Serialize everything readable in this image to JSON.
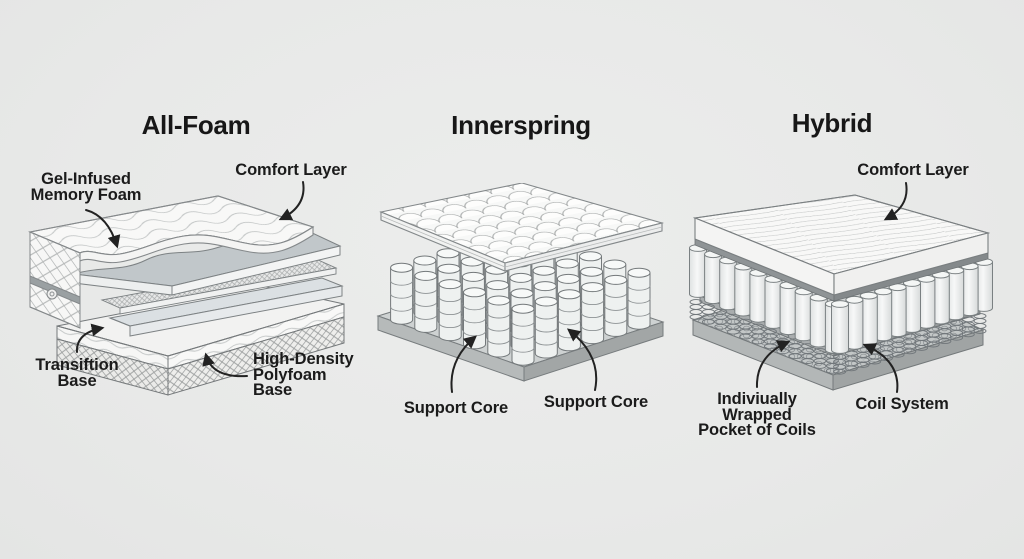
{
  "colors": {
    "background": "#e9eae9",
    "ink": "#1b1b1b",
    "line_art": "#7a7f81"
  },
  "sections": [
    {
      "title": "All-Foam",
      "labels": [
        {
          "name": "gel-infused-memory-foam",
          "lines": [
            "Gel-Infused",
            "Memory Foam"
          ]
        },
        {
          "name": "comfort-layer",
          "lines": [
            "Comfort Layer"
          ]
        },
        {
          "name": "transition-base",
          "lines": [
            "Transiftion",
            "Base"
          ]
        },
        {
          "name": "high-density-polyfoam-base",
          "lines": [
            "High-Density",
            "Polyfoam",
            "Base"
          ]
        }
      ]
    },
    {
      "title": "Innerspring",
      "labels": [
        {
          "name": "support-core-left",
          "lines": [
            "Support Core"
          ]
        },
        {
          "name": "support-core-right",
          "lines": [
            "Support Core"
          ]
        }
      ]
    },
    {
      "title": "Hybrid",
      "labels": [
        {
          "name": "comfort-layer-hybrid",
          "lines": [
            "Comfort Layer"
          ]
        },
        {
          "name": "individually-wrapped-pocket-of-coils",
          "lines": [
            "Indiviually",
            "Wrapped",
            "Pocket of Coils"
          ]
        },
        {
          "name": "coil-system",
          "lines": [
            "Coil System"
          ]
        }
      ]
    }
  ]
}
